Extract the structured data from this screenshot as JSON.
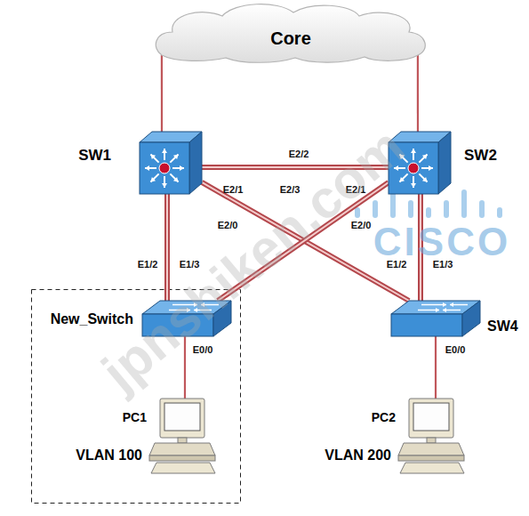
{
  "diagram": {
    "nodes": [
      {
        "text": [
          "Core"
        ]
      },
      {
        "text": [
          "SW1"
        ]
      },
      {
        "text": [
          "SW2"
        ]
      },
      {
        "text": [
          "New_Switch"
        ]
      },
      {
        "text": [
          "SW4"
        ]
      },
      {
        "text": [
          "PC1",
          "VLAN 100"
        ]
      },
      {
        "text": [
          "PC2",
          "VLAN 200"
        ]
      }
    ],
    "edges": [
      {
        "from": 0,
        "to": 1,
        "arrow": "none"
      },
      {
        "from": 0,
        "to": 2,
        "arrow": "none"
      },
      {
        "from": 1,
        "to": 2,
        "arrow": "none"
      },
      {
        "from": 1,
        "to": 3,
        "arrow": "none"
      },
      {
        "from": 1,
        "to": 4,
        "arrow": "none"
      },
      {
        "from": 2,
        "to": 3,
        "arrow": "none"
      },
      {
        "from": 2,
        "to": 4,
        "arrow": "none"
      },
      {
        "from": 3,
        "to": 5,
        "arrow": "none"
      },
      {
        "from": 4,
        "to": 6,
        "arrow": "none"
      }
    ],
    "labels": [
      "E2/2",
      "E2/1",
      "E2/3",
      "E2/1",
      "E2/0",
      "E2/0",
      "E1/2",
      "E1/3",
      "E1/2",
      "E1/3",
      "E0/0",
      "E0/0",
      "jpnshiken.com",
      "CISCO"
    ]
  }
}
